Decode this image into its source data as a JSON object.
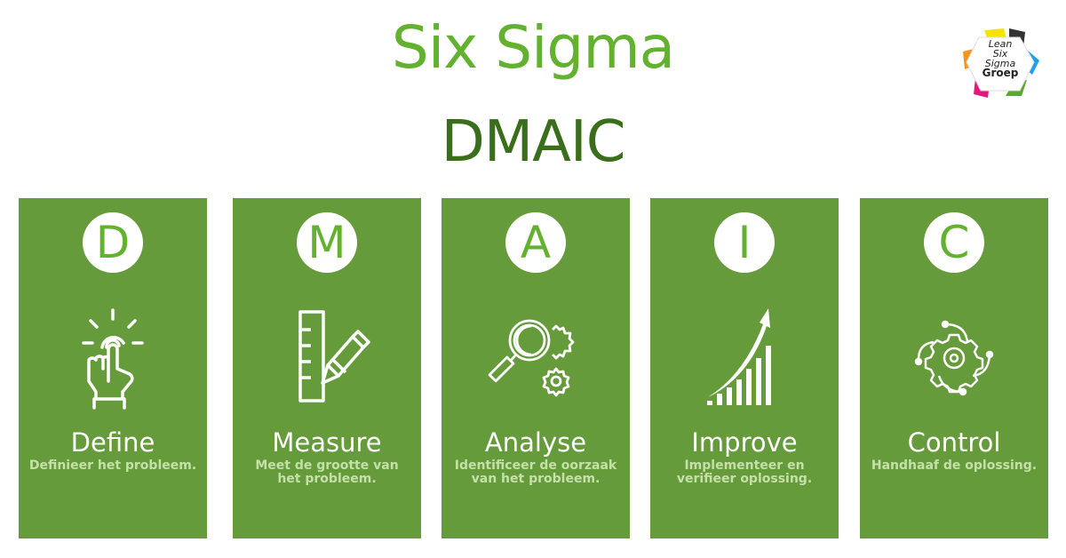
{
  "header": {
    "title": "Six Sigma",
    "subtitle": "DMAIC"
  },
  "logo": {
    "lines": [
      "Lean",
      "Six",
      "Sigma",
      "Groep"
    ],
    "colors": [
      "#f5e400",
      "#333333",
      "#1ea0e6",
      "#5aaa2a",
      "#e5177d",
      "#f7941d"
    ]
  },
  "colors": {
    "title": "#62b22f",
    "subtitle": "#3b6e1c",
    "card_bg": "#659b3a",
    "card_desc": "#c6e0a9",
    "badge_letter": "#62b22f"
  },
  "phases": [
    {
      "letter": "D",
      "name": "Define",
      "description": "Definieer het probleem.",
      "icon": "hand-tap-icon"
    },
    {
      "letter": "M",
      "name": "Measure",
      "description": "Meet de grootte van het probleem.",
      "icon": "ruler-pencil-icon"
    },
    {
      "letter": "A",
      "name": "Analyse",
      "description": "Identificeer de oorzaak van het probleem.",
      "icon": "magnifier-gears-icon"
    },
    {
      "letter": "I",
      "name": "Improve",
      "description": "Implementeer en verifieer oplossing.",
      "icon": "growth-chart-icon"
    },
    {
      "letter": "C",
      "name": "Control",
      "description": "Handhaaf de oplossing.",
      "icon": "gear-control-icon"
    }
  ]
}
